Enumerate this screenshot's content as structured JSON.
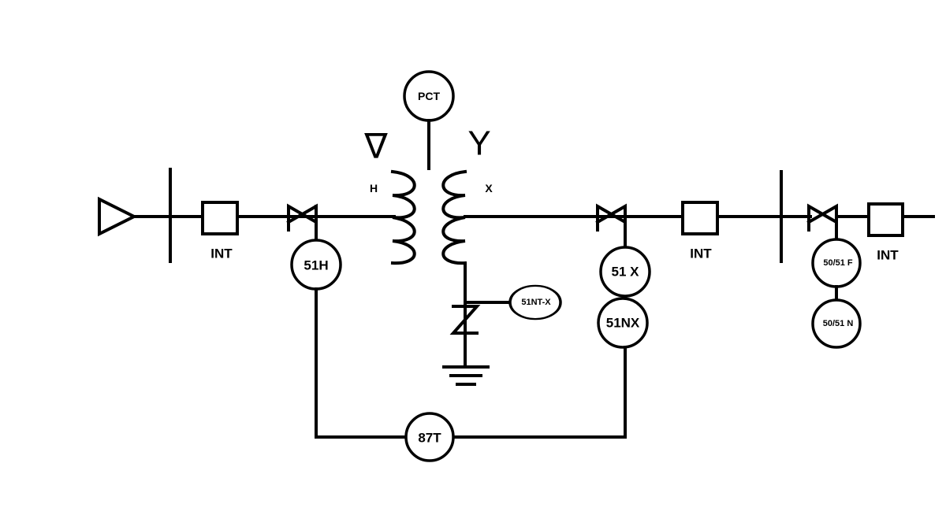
{
  "labels": {
    "pct": "PCT",
    "delta_symbol": "∇",
    "wye_symbol": "Y",
    "h_winding": "H",
    "x_winding": "X",
    "int_1": "INT",
    "int_2": "INT",
    "int_3": "INT",
    "relay_51h": "51H",
    "relay_51x": "51 X",
    "relay_51nx": "51NX",
    "relay_51nt_x": "51NT-X",
    "relay_50_51f": "50/51 F",
    "relay_50_51n": "50/51 N",
    "relay_87t": "87T"
  },
  "colors": {
    "line": "#000000",
    "background": "#ffffff"
  }
}
